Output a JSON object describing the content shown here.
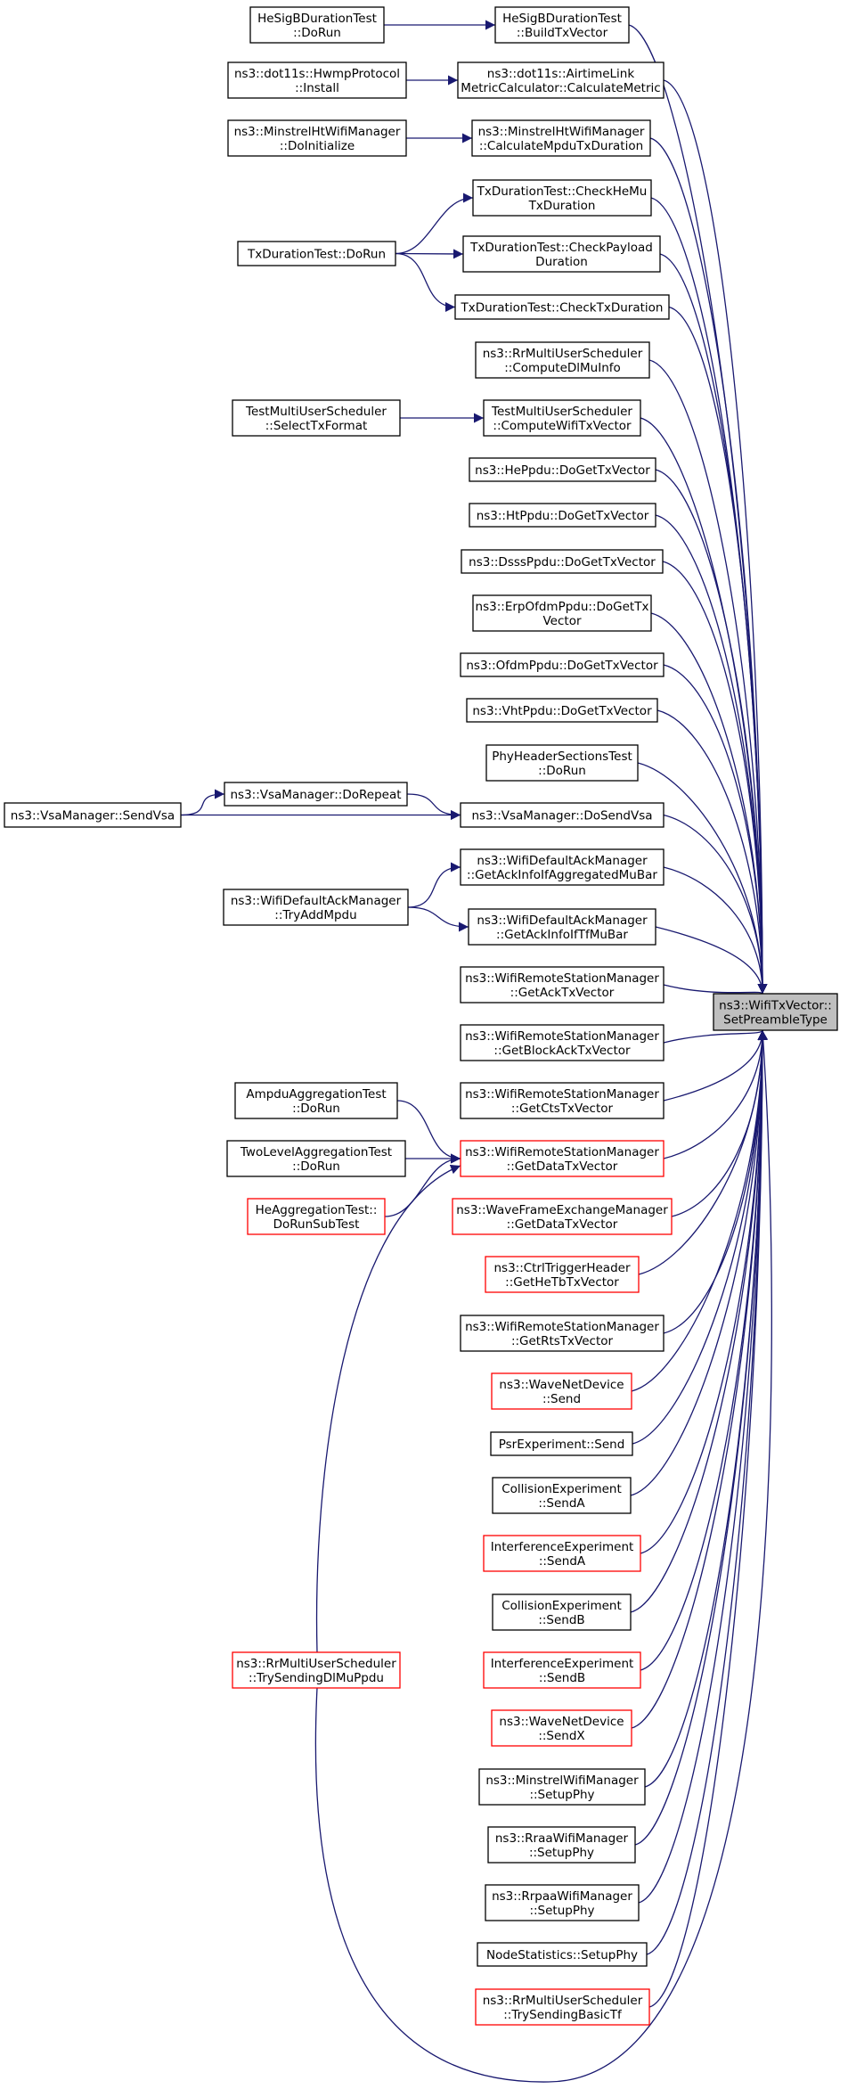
{
  "focus": {
    "id": "spt",
    "lines": [
      "ns3::WifiTxVector::",
      "SetPreambleType"
    ]
  },
  "nodes": [
    {
      "id": "sig_dorun",
      "lines": [
        "HeSigBDurationTest",
        "::DoRun"
      ],
      "red": false
    },
    {
      "id": "sig_build",
      "lines": [
        "HeSigBDurationTest",
        "::BuildTxVector"
      ],
      "red": false
    },
    {
      "id": "hwmp_install",
      "lines": [
        "ns3::dot11s::HwmpProtocol",
        "::Install"
      ],
      "red": false
    },
    {
      "id": "airtime",
      "lines": [
        "ns3::dot11s::AirtimeLink",
        "MetricCalculator::CalculateMetric"
      ],
      "red": false
    },
    {
      "id": "minstrelht_init",
      "lines": [
        "ns3::MinstrelHtWifiManager",
        "::DoInitialize"
      ],
      "red": false
    },
    {
      "id": "minstrelht_calc",
      "lines": [
        "ns3::MinstrelHtWifiManager",
        "::CalculateMpduTxDuration"
      ],
      "red": false
    },
    {
      "id": "txdur_hemu",
      "lines": [
        "TxDurationTest::CheckHeMu",
        "TxDuration"
      ],
      "red": false
    },
    {
      "id": "txdur_dorun",
      "lines": [
        "TxDurationTest::DoRun"
      ],
      "red": false
    },
    {
      "id": "txdur_payload",
      "lines": [
        "TxDurationTest::CheckPayload",
        "Duration"
      ],
      "red": false
    },
    {
      "id": "txdur_check",
      "lines": [
        "TxDurationTest::CheckTxDuration"
      ],
      "red": false
    },
    {
      "id": "rr_compute",
      "lines": [
        "ns3::RrMultiUserScheduler",
        "::ComputeDlMuInfo"
      ],
      "red": false
    },
    {
      "id": "tmus_select",
      "lines": [
        "TestMultiUserScheduler",
        "::SelectTxFormat"
      ],
      "red": false
    },
    {
      "id": "tmus_compute",
      "lines": [
        "TestMultiUserScheduler",
        "::ComputeWifiTxVector"
      ],
      "red": false
    },
    {
      "id": "he_ppdu",
      "lines": [
        "ns3::HePpdu::DoGetTxVector"
      ],
      "red": false
    },
    {
      "id": "ht_ppdu",
      "lines": [
        "ns3::HtPpdu::DoGetTxVector"
      ],
      "red": false
    },
    {
      "id": "dsss_ppdu",
      "lines": [
        "ns3::DsssPpdu::DoGetTxVector"
      ],
      "red": false
    },
    {
      "id": "erp_ppdu",
      "lines": [
        "ns3::ErpOfdmPpdu::DoGetTx",
        "Vector"
      ],
      "red": false
    },
    {
      "id": "ofdm_ppdu",
      "lines": [
        "ns3::OfdmPpdu::DoGetTxVector"
      ],
      "red": false
    },
    {
      "id": "vht_ppdu",
      "lines": [
        "ns3::VhtPpdu::DoGetTxVector"
      ],
      "red": false
    },
    {
      "id": "phyhdr",
      "lines": [
        "PhyHeaderSectionsTest",
        "::DoRun"
      ],
      "red": false
    },
    {
      "id": "vsa_sendvsa",
      "lines": [
        "ns3::VsaManager::SendVsa"
      ],
      "red": false
    },
    {
      "id": "vsa_repeat",
      "lines": [
        "ns3::VsaManager::DoRepeat"
      ],
      "red": false
    },
    {
      "id": "vsa_dosend",
      "lines": [
        "ns3::VsaManager::DoSendVsa"
      ],
      "red": false
    },
    {
      "id": "ack_aggmu",
      "lines": [
        "ns3::WifiDefaultAckManager",
        "::GetAckInfoIfAggregatedMuBar"
      ],
      "red": false
    },
    {
      "id": "ack_tryadd",
      "lines": [
        "ns3::WifiDefaultAckManager",
        "::TryAddMpdu"
      ],
      "red": false
    },
    {
      "id": "ack_tfmu",
      "lines": [
        "ns3::WifiDefaultAckManager",
        "::GetAckInfoIfTfMuBar"
      ],
      "red": false
    },
    {
      "id": "rsm_ack",
      "lines": [
        "ns3::WifiRemoteStationManager",
        "::GetAckTxVector"
      ],
      "red": false
    },
    {
      "id": "rsm_back",
      "lines": [
        "ns3::WifiRemoteStationManager",
        "::GetBlockAckTxVector"
      ],
      "red": false
    },
    {
      "id": "ampdu",
      "lines": [
        "AmpduAggregationTest",
        "::DoRun"
      ],
      "red": false
    },
    {
      "id": "rsm_cts",
      "lines": [
        "ns3::WifiRemoteStationManager",
        "::GetCtsTxVector"
      ],
      "red": false
    },
    {
      "id": "twolevel",
      "lines": [
        "TwoLevelAggregationTest",
        "::DoRun"
      ],
      "red": false
    },
    {
      "id": "rsm_data",
      "lines": [
        "ns3::WifiRemoteStationManager",
        "::GetDataTxVector"
      ],
      "red": true
    },
    {
      "id": "heagg",
      "lines": [
        "HeAggregationTest::",
        "DoRunSubTest"
      ],
      "red": true
    },
    {
      "id": "wfem_data",
      "lines": [
        "ns3::WaveFrameExchangeManager",
        "::GetDataTxVector"
      ],
      "red": true
    },
    {
      "id": "ctrl_trig",
      "lines": [
        "ns3::CtrlTriggerHeader",
        "::GetHeTbTxVector"
      ],
      "red": true
    },
    {
      "id": "rsm_rts",
      "lines": [
        "ns3::WifiRemoteStationManager",
        "::GetRtsTxVector"
      ],
      "red": false
    },
    {
      "id": "wave_send",
      "lines": [
        "ns3::WaveNetDevice",
        "::Send"
      ],
      "red": true
    },
    {
      "id": "psr_send",
      "lines": [
        "PsrExperiment::Send"
      ],
      "red": false
    },
    {
      "id": "coll_senda",
      "lines": [
        "CollisionExperiment",
        "::SendA"
      ],
      "red": false
    },
    {
      "id": "intf_senda",
      "lines": [
        "InterferenceExperiment",
        "::SendA"
      ],
      "red": true
    },
    {
      "id": "coll_sendb",
      "lines": [
        "CollisionExperiment",
        "::SendB"
      ],
      "red": false
    },
    {
      "id": "rr_trydl",
      "lines": [
        "ns3::RrMultiUserScheduler",
        "::TrySendingDlMuPpdu"
      ],
      "red": true
    },
    {
      "id": "intf_sendb",
      "lines": [
        "InterferenceExperiment",
        "::SendB"
      ],
      "red": true
    },
    {
      "id": "wave_sendx",
      "lines": [
        "ns3::WaveNetDevice",
        "::SendX"
      ],
      "red": true
    },
    {
      "id": "minstrel_setup",
      "lines": [
        "ns3::MinstrelWifiManager",
        "::SetupPhy"
      ],
      "red": false
    },
    {
      "id": "rraa_setup",
      "lines": [
        "ns3::RraaWifiManager",
        "::SetupPhy"
      ],
      "red": false
    },
    {
      "id": "rrpaa_setup",
      "lines": [
        "ns3::RrpaaWifiManager",
        "::SetupPhy"
      ],
      "red": false
    },
    {
      "id": "nodestats",
      "lines": [
        "NodeStatistics::SetupPhy"
      ],
      "red": false
    },
    {
      "id": "rr_trybasic",
      "lines": [
        "ns3::RrMultiUserScheduler",
        "::TrySendingBasicTf"
      ],
      "red": true
    }
  ],
  "edges": [
    [
      "sig_dorun",
      "sig_build"
    ],
    [
      "hwmp_install",
      "airtime"
    ],
    [
      "minstrelht_init",
      "minstrelht_calc"
    ],
    [
      "txdur_dorun",
      "txdur_hemu"
    ],
    [
      "txdur_dorun",
      "txdur_payload"
    ],
    [
      "txdur_dorun",
      "txdur_check"
    ],
    [
      "tmus_select",
      "tmus_compute"
    ],
    [
      "vsa_sendvsa",
      "vsa_repeat"
    ],
    [
      "vsa_sendvsa",
      "vsa_dosend"
    ],
    [
      "vsa_repeat",
      "vsa_dosend"
    ],
    [
      "ack_tryadd",
      "ack_aggmu"
    ],
    [
      "ack_tryadd",
      "ack_tfmu"
    ],
    [
      "ampdu",
      "rsm_data"
    ],
    [
      "twolevel",
      "rsm_data"
    ],
    [
      "heagg",
      "rsm_data"
    ],
    [
      "rr_trydl",
      "rsm_data"
    ],
    [
      "sig_build",
      "spt"
    ],
    [
      "airtime",
      "spt"
    ],
    [
      "minstrelht_calc",
      "spt"
    ],
    [
      "txdur_hemu",
      "spt"
    ],
    [
      "txdur_payload",
      "spt"
    ],
    [
      "txdur_check",
      "spt"
    ],
    [
      "rr_compute",
      "spt"
    ],
    [
      "tmus_compute",
      "spt"
    ],
    [
      "he_ppdu",
      "spt"
    ],
    [
      "ht_ppdu",
      "spt"
    ],
    [
      "dsss_ppdu",
      "spt"
    ],
    [
      "erp_ppdu",
      "spt"
    ],
    [
      "ofdm_ppdu",
      "spt"
    ],
    [
      "vht_ppdu",
      "spt"
    ],
    [
      "phyhdr",
      "spt"
    ],
    [
      "vsa_dosend",
      "spt"
    ],
    [
      "ack_aggmu",
      "spt"
    ],
    [
      "ack_tfmu",
      "spt"
    ],
    [
      "rsm_ack",
      "spt"
    ],
    [
      "rsm_back",
      "spt"
    ],
    [
      "rsm_cts",
      "spt"
    ],
    [
      "rsm_data",
      "spt"
    ],
    [
      "wfem_data",
      "spt"
    ],
    [
      "ctrl_trig",
      "spt"
    ],
    [
      "rsm_rts",
      "spt"
    ],
    [
      "wave_send",
      "spt"
    ],
    [
      "psr_send",
      "spt"
    ],
    [
      "coll_senda",
      "spt"
    ],
    [
      "intf_senda",
      "spt"
    ],
    [
      "coll_sendb",
      "spt"
    ],
    [
      "intf_sendb",
      "spt"
    ],
    [
      "wave_sendx",
      "spt"
    ],
    [
      "minstrel_setup",
      "spt"
    ],
    [
      "rraa_setup",
      "spt"
    ],
    [
      "rrpaa_setup",
      "spt"
    ],
    [
      "nodestats",
      "spt"
    ],
    [
      "rr_trybasic",
      "spt"
    ],
    [
      "rr_trydl",
      "spt"
    ]
  ],
  "colors": {
    "edge": "#191970",
    "external_border": "#ff0000",
    "focus_fill": "#bfbfbf"
  }
}
